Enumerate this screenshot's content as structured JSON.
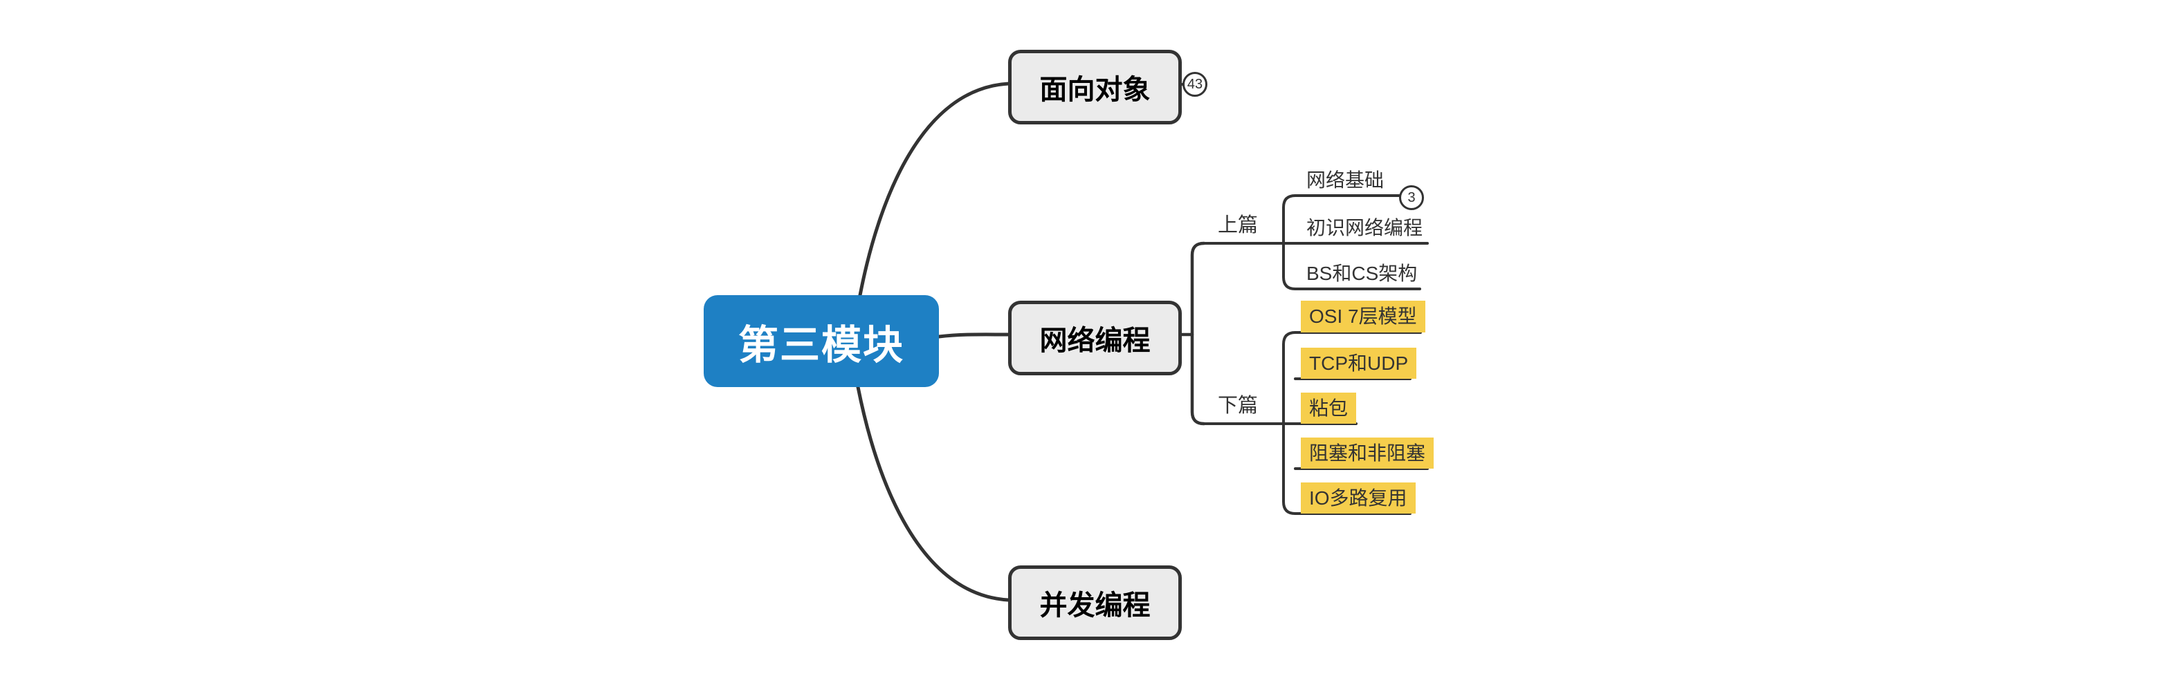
{
  "canvas": {
    "background": "#ffffff"
  },
  "palette": {
    "root_fill": "#1E80C4",
    "root_text": "#ffffff",
    "node_fill": "#EBEBEB",
    "node_border": "#333333",
    "node_text": "#333333",
    "connector_line": "#333333",
    "highlight_fill": "#F6CE4C",
    "badge_fill": "#ffffff"
  },
  "root": {
    "label": "第三模块"
  },
  "branches": {
    "oop": {
      "label": "面向对象",
      "badge": "43"
    },
    "network": {
      "label": "网络编程",
      "part1": {
        "label": "上篇",
        "children": [
          {
            "label": "网络基础",
            "badge": "3"
          },
          {
            "label": "初识网络编程"
          },
          {
            "label": "BS和CS架构"
          }
        ]
      },
      "part2": {
        "label": "下篇",
        "children": [
          {
            "label": "OSI 7层模型",
            "highlighted": true
          },
          {
            "label": "TCP和UDP",
            "highlighted": true
          },
          {
            "label": "粘包",
            "highlighted": true
          },
          {
            "label": "阻塞和非阻塞",
            "highlighted": true
          },
          {
            "label": "IO多路复用",
            "highlighted": true
          }
        ]
      }
    },
    "concurrency": {
      "label": "并发编程"
    }
  }
}
